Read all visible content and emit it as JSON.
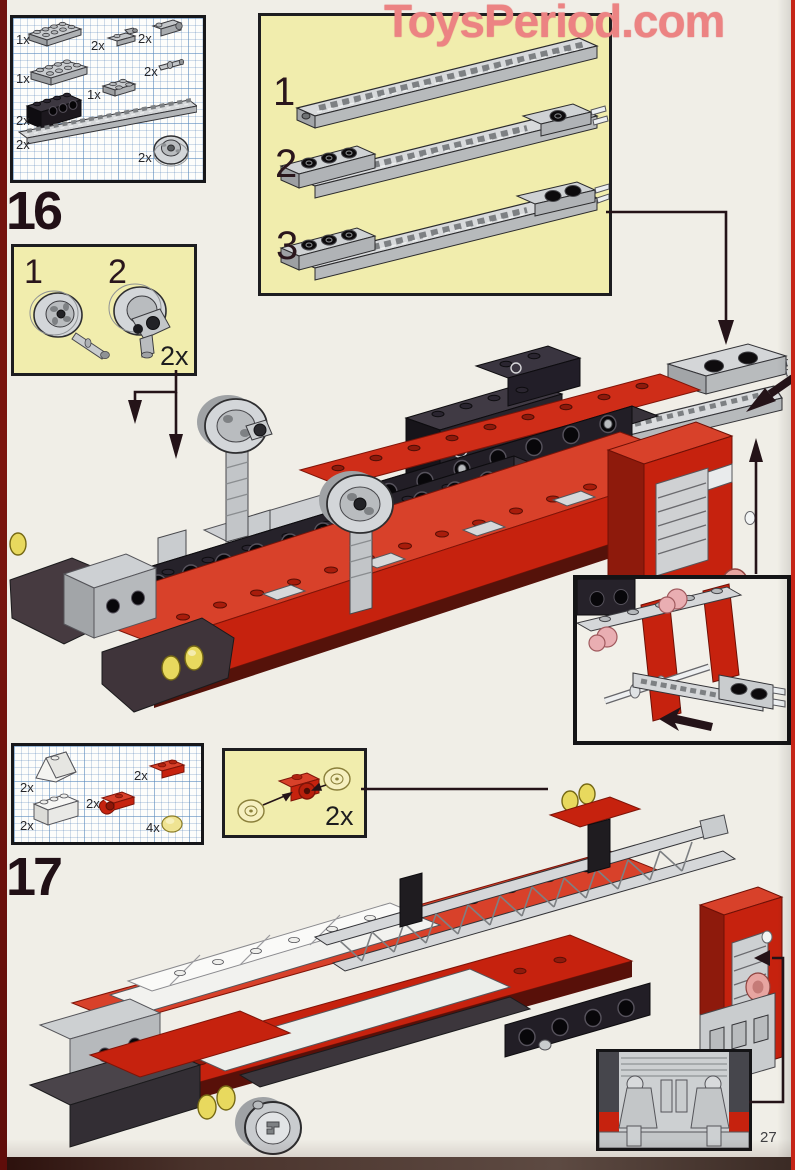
{
  "watermark": "ToysPeriod.com",
  "page": {
    "number": "27"
  },
  "colors": {
    "lego_red": "#c6220e",
    "lego_red_light": "#d8412a",
    "lego_black": "#26222a",
    "lego_gray": "#c9cccf",
    "lego_yellow": "#e8d95e",
    "salmon_wheel": "#e7a5a1",
    "panel_yellow": "#f1edad",
    "watermark_pink": "#ec8383",
    "edge_red_left": "#6f110d",
    "edge_red_right": "#c52517",
    "grid_blue": "#5a8cbe"
  },
  "step16": {
    "number": "16",
    "parts": [
      {
        "qty": "1x",
        "name": "plate-2x4-gray"
      },
      {
        "qty": "2x",
        "name": "hinge-plate-gray"
      },
      {
        "qty": "2x",
        "name": "pin-connector-gray"
      },
      {
        "qty": "1x",
        "name": "plate-2x4-gray"
      },
      {
        "qty": "2x",
        "name": "axle-pin-gray"
      },
      {
        "qty": "1x",
        "name": "plate-2x2-gray"
      },
      {
        "qty": "2x",
        "name": "technic-brick-1x4-black"
      },
      {
        "qty": "2x",
        "name": "rack-beam-long-gray"
      },
      {
        "qty": "2x",
        "name": "wheel-hub-gray"
      }
    ],
    "substeps": [
      {
        "label": "1",
        "name": "rack-beam-plain"
      },
      {
        "label": "2",
        "label_note": "",
        "name": "rack-beam-with-plates"
      },
      {
        "label": "3",
        "name": "rack-beam-with-plates"
      }
    ],
    "wheel_box": {
      "item1": "1",
      "item2": "2",
      "qty": "2x"
    }
  },
  "step17": {
    "number": "17",
    "parts": [
      {
        "qty": "2x",
        "name": "slope-brick-white"
      },
      {
        "qty": "2x",
        "name": "brick-1x3-white"
      },
      {
        "qty": "2x",
        "name": "plate-1x2-wheel-holder-red"
      },
      {
        "qty": "2x",
        "name": "plate-1x2-red"
      },
      {
        "qty": "4x",
        "name": "round-plate-1x1-yellow"
      }
    ],
    "wheel_box": {
      "qty": "2x"
    }
  }
}
